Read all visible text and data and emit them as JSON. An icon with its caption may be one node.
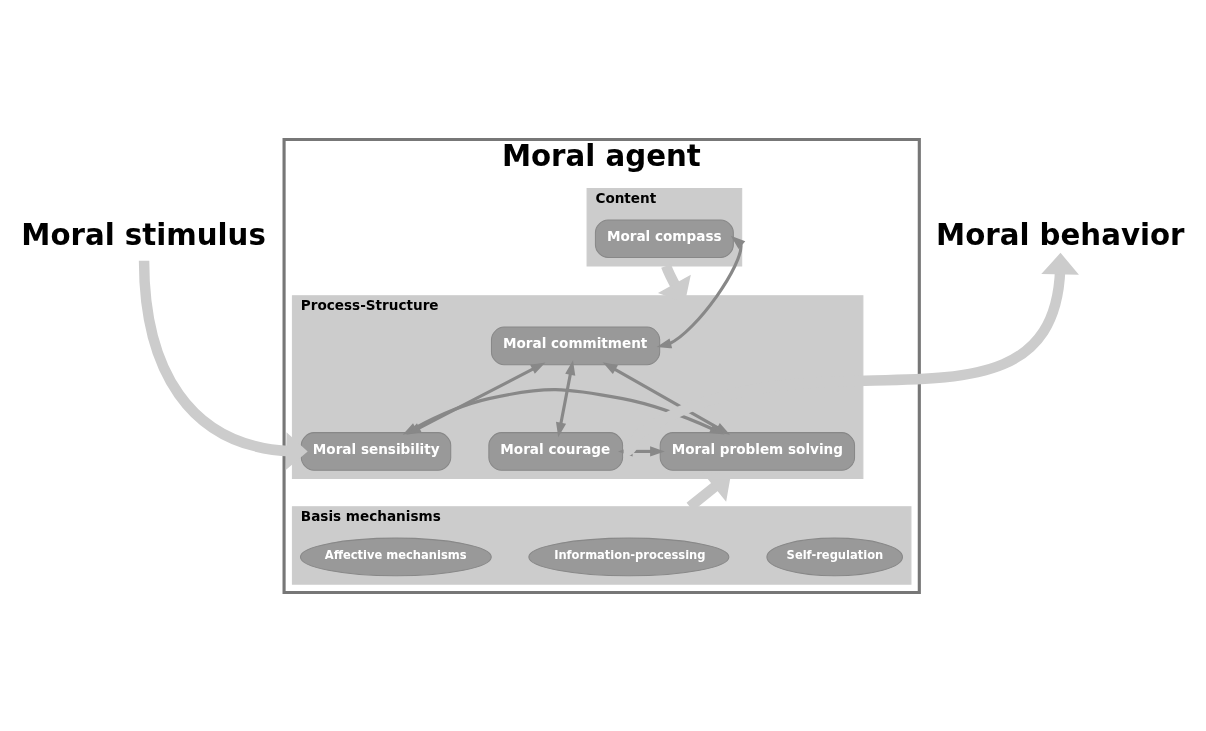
{
  "diagram": {
    "nodes": [
      {
        "text": [
          "Moral agent"
        ]
      },
      {
        "text": [
          "Content"
        ],
        "in": 0
      },
      {
        "text": [
          "Moral compass"
        ],
        "in": 1
      },
      {
        "text": [
          "Process-Structure"
        ],
        "in": 0
      },
      {
        "text": [
          "Moral commitment"
        ],
        "in": 3
      },
      {
        "text": [
          "Moral sensibility"
        ],
        "in": 3
      },
      {
        "text": [
          "Moral problem solving"
        ],
        "in": 3
      },
      {
        "text": [
          "Moral courage"
        ],
        "in": 3
      },
      {
        "text": [
          "Basis mechanisms"
        ],
        "in": 0
      },
      {
        "text": [
          "Self-regulation"
        ],
        "in": 8
      },
      {
        "text": [
          "Information-processing"
        ],
        "in": 8
      },
      {
        "text": [
          "Affective mechanisms"
        ],
        "in": 8
      },
      {
        "text": [
          "Moral stimulus"
        ]
      },
      {
        "text": [
          "Moral behavior"
        ]
      }
    ],
    "edges": [
      {
        "from": 1,
        "to": 3,
        "arrow": "to",
        "style": "thick",
        "color": "#cccccc"
      },
      {
        "from": 2,
        "to": 4,
        "arrow": "both"
      },
      {
        "from": 4,
        "to": 5,
        "arrow": "both"
      },
      {
        "from": 4,
        "to": 6,
        "arrow": "both"
      },
      {
        "from": 4,
        "to": 7,
        "arrow": "both"
      },
      {
        "from": 5,
        "to": 6,
        "arrow": "both"
      },
      {
        "from": 6,
        "to": 7,
        "arrow": "both"
      },
      {
        "from": 8,
        "to": 3,
        "arrow": "to",
        "style": "thick",
        "color": "#cccccc"
      },
      {
        "from": 12,
        "to": 5,
        "arrow": "to",
        "style": "thick",
        "color": "#cccccc"
      },
      {
        "from": 7,
        "to": 13,
        "arrow": "to",
        "style": "thick",
        "color": "#cccccc"
      }
    ]
  }
}
